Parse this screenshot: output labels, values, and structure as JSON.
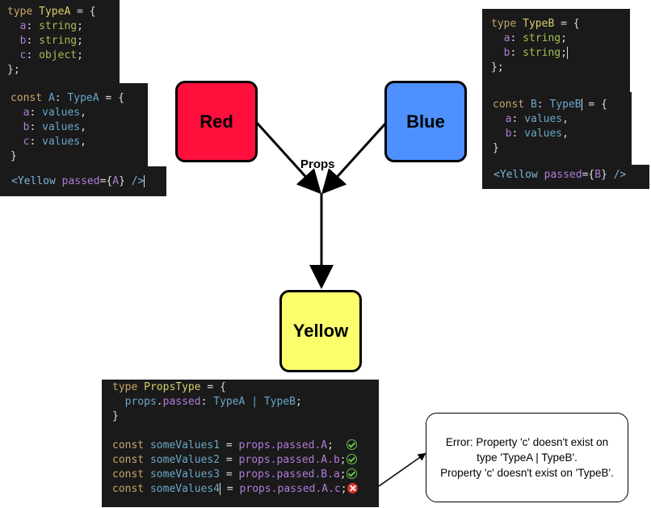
{
  "nodes": {
    "red": {
      "label": "Red",
      "color": "#ff0f3c"
    },
    "blue": {
      "label": "Blue",
      "color": "#4d90fe"
    },
    "yellow": {
      "label": "Yellow",
      "color": "#fbff6b"
    }
  },
  "edge_label": "Props",
  "code_type_a": {
    "l1": {
      "kw": "type",
      "name": "TypeA",
      "rest": " = {"
    },
    "l2": {
      "prop": "a",
      "type": "string"
    },
    "l3": {
      "prop": "b",
      "type": "string"
    },
    "l4": {
      "prop": "c",
      "type": "object"
    },
    "l5": "};"
  },
  "code_const_a": {
    "kw": "const",
    "name": "A",
    "type": "TypeA",
    "props": [
      "a",
      "b",
      "c"
    ],
    "value": "values",
    "close": "}",
    "jsx": {
      "tag": "Yellow",
      "attr": "passed",
      "var": "A"
    }
  },
  "code_type_b": {
    "kw": "type",
    "name": "TypeB",
    "props": [
      {
        "prop": "a",
        "type": "string"
      },
      {
        "prop": "b",
        "type": "string"
      }
    ],
    "close": "};"
  },
  "code_const_b": {
    "kw": "const",
    "name": "B",
    "type": "TypeB",
    "props": [
      "a",
      "b"
    ],
    "value": "values",
    "close": "}",
    "jsx": {
      "tag": "Yellow",
      "attr": "passed",
      "var": "B"
    }
  },
  "code_props": {
    "kw": "type",
    "name": "PropsType",
    "field_obj": "props",
    "field": "passed",
    "union": "TypeA | TypeB",
    "close": "}",
    "lines": [
      {
        "var": "someValues1",
        "expr": "props.passed.A",
        "status": "ok"
      },
      {
        "var": "someValues2",
        "expr": "props.passed.A.b",
        "status": "ok"
      },
      {
        "var": "someValues3",
        "expr": "props.passed.B.a",
        "status": "ok"
      },
      {
        "var": "someValues4",
        "expr": "props.passed.A.c",
        "status": "error"
      }
    ]
  },
  "error": {
    "line1": "Error: Property 'c' doesn't exist on",
    "line2": "type 'TypeA | TypeB'.",
    "line3": "Property 'c' doesn't exist on 'TypeB'."
  }
}
